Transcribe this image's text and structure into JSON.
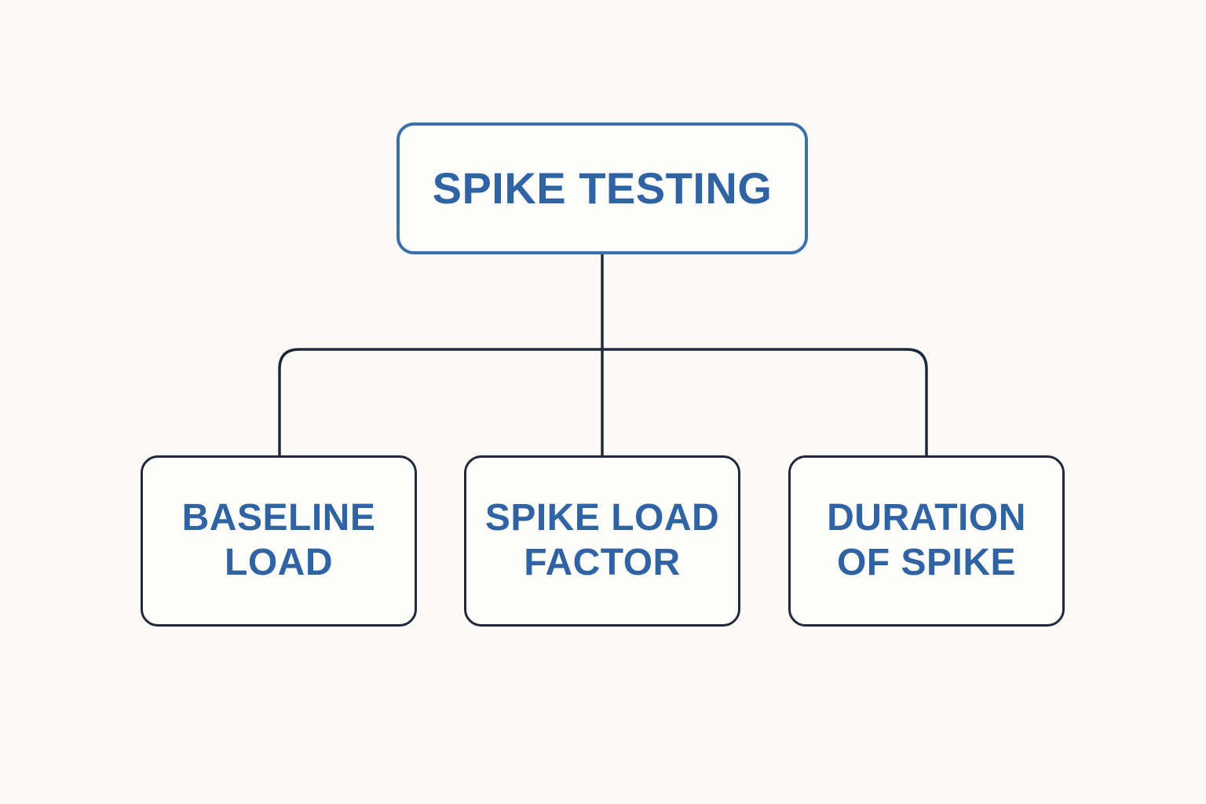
{
  "colors": {
    "background": "#fbfaf7",
    "text": "#2f63a4",
    "root_border": "#3b6fae",
    "child_border": "#1e2a3c",
    "connector": "#1e2a3c"
  },
  "root": {
    "label": "SPIKE TESTING"
  },
  "children": [
    {
      "line1": "BASELINE",
      "line2": "LOAD"
    },
    {
      "line1": "SPIKE LOAD",
      "line2": "FACTOR"
    },
    {
      "line1": "DURATION",
      "line2": "OF SPIKE"
    }
  ]
}
